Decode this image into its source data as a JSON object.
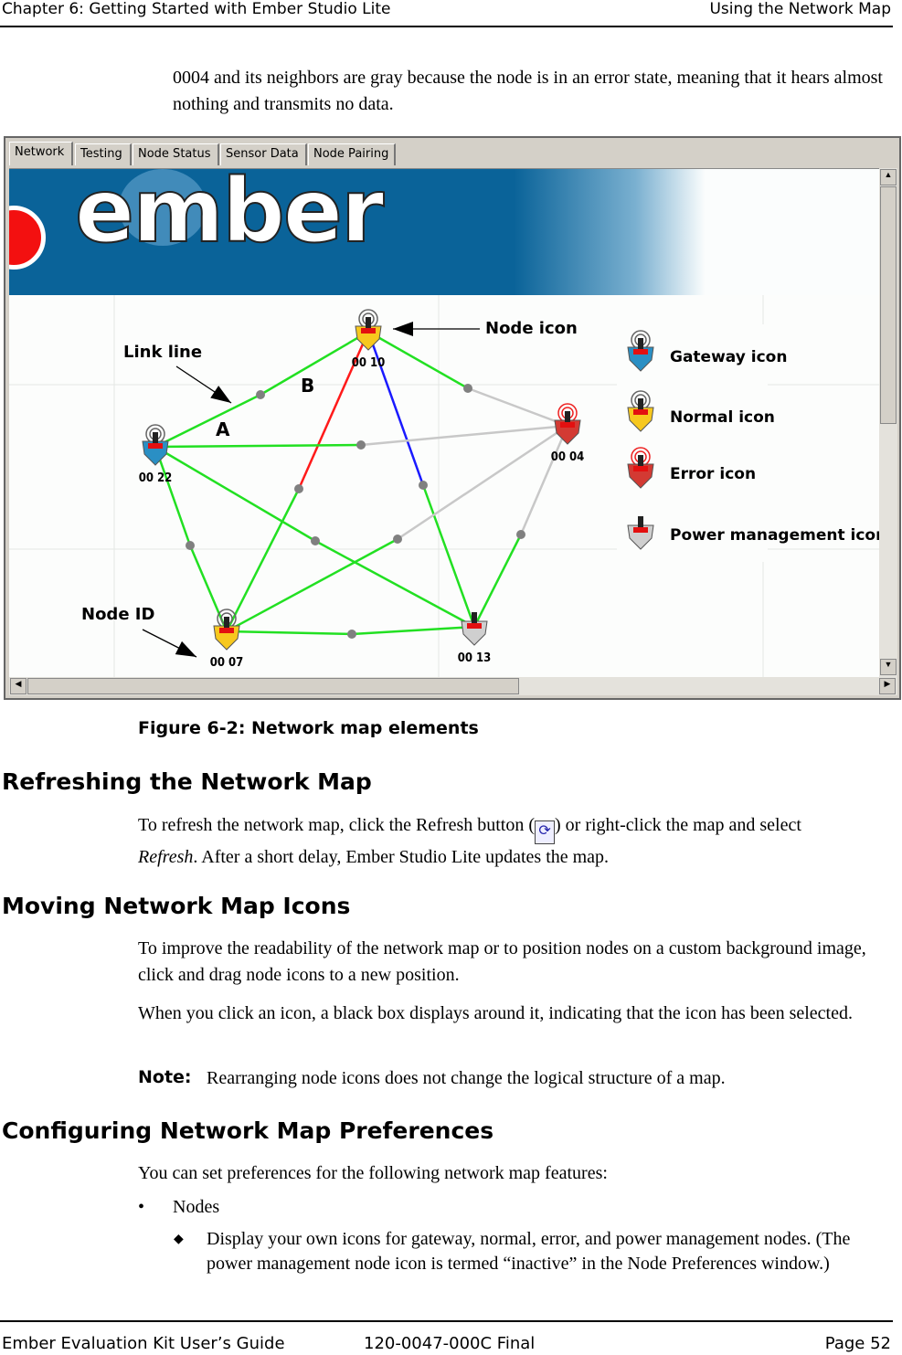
{
  "header": {
    "left": "Chapter 6:  Getting Started with Ember Studio Lite",
    "right": "Using the Network Map"
  },
  "intro": "0004 and its neighbors are gray because the node is in an error state, meaning that it hears almost nothing and transmits no data.",
  "figure": {
    "tabs": [
      "Network",
      "Testing",
      "Node Status",
      "Sensor Data",
      "Node Pairing"
    ],
    "logo_text": "ember",
    "annotations": {
      "link_line": "Link line",
      "node_icon": "Node icon",
      "node_id": "Node ID",
      "a": "A",
      "b": "B"
    },
    "legend": [
      {
        "label": "Gateway icon",
        "color": "#2a8fc4"
      },
      {
        "label": "Normal icon",
        "color": "#f7c81e"
      },
      {
        "label": "Error icon",
        "color": "#d33a33"
      },
      {
        "label": "Power management icon",
        "color": "#cfcfcf"
      }
    ],
    "nodes": [
      {
        "id": "00 10",
        "type": "normal"
      },
      {
        "id": "00 22",
        "type": "gateway"
      },
      {
        "id": "00 04",
        "type": "error"
      },
      {
        "id": "00 07",
        "type": "normal"
      },
      {
        "id": "00 13",
        "type": "power"
      }
    ],
    "links": [
      {
        "from": "00 10",
        "to": "00 22",
        "colors": [
          "#22e022",
          "#22e022"
        ]
      },
      {
        "from": "00 10",
        "to": "00 04",
        "colors": [
          "#22e022",
          "#c8c8c8"
        ]
      },
      {
        "from": "00 10",
        "to": "00 07",
        "colors": [
          "#ff1a1a",
          "#22e022"
        ]
      },
      {
        "from": "00 10",
        "to": "00 13",
        "colors": [
          "#1a1aff",
          "#22e022"
        ]
      },
      {
        "from": "00 22",
        "to": "00 04",
        "colors": [
          "#22e022",
          "#c8c8c8"
        ]
      },
      {
        "from": "00 22",
        "to": "00 07",
        "colors": [
          "#22e022",
          "#22e022"
        ]
      },
      {
        "from": "00 22",
        "to": "00 13",
        "colors": [
          "#22e022",
          "#22e022"
        ]
      },
      {
        "from": "00 07",
        "to": "00 04",
        "colors": [
          "#22e022",
          "#c8c8c8"
        ]
      },
      {
        "from": "00 07",
        "to": "00 13",
        "colors": [
          "#22e022",
          "#22e022"
        ]
      },
      {
        "from": "00 04",
        "to": "00 13",
        "colors": [
          "#c8c8c8",
          "#22e022"
        ]
      }
    ],
    "caption": "Figure 6-2:  Network map elements"
  },
  "sections": [
    {
      "title": "Refreshing the Network Map",
      "p1_before": "To refresh the network map, click the Refresh button (",
      "p1_after": ") or right-click the map and select",
      "p1_italic": "Refresh",
      "p1_end": ". After a short delay, Ember Studio Lite updates the map."
    },
    {
      "title": "Moving Network Map Icons",
      "p1": "To improve the readability of the network map or to position nodes on a custom background image, click and drag node icons to a new position.",
      "p2": "When you click an icon, a black box displays around it, indicating that the icon has been selected.",
      "note_label": "Note:",
      "note": "Rearranging node icons does not change the logical structure of a map."
    },
    {
      "title": "Configuring Network Map Preferences",
      "p1": "You can set preferences for the following network map features:",
      "bullet": "Nodes",
      "sub_bullet": "Display your own icons for gateway, normal, error, and power management nodes. (The power management node icon is termed “inactive” in the Node Preferences window.)"
    }
  ],
  "footer": {
    "left": "Ember Evaluation Kit User’s Guide",
    "center": "120-0047-000C Final",
    "right": "Page 52"
  }
}
